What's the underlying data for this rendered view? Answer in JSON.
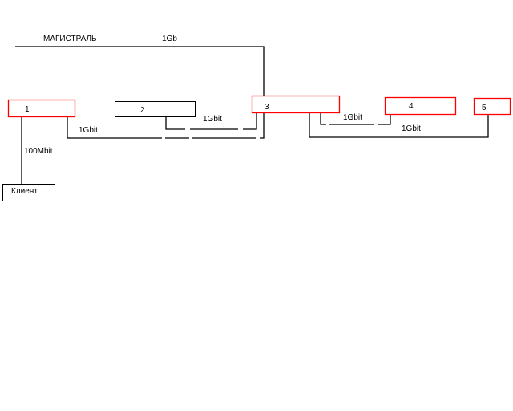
{
  "title": "МАГИСТРАЛЬ",
  "backbone_label": "1Gb",
  "nodes": {
    "n1": "1",
    "n2": "2",
    "n3": "3",
    "n4": "4",
    "n5": "5",
    "client": "Клиент"
  },
  "links": {
    "client_link": "100Mbit",
    "n1_n3": "1Gbit",
    "n2_n3": "1Gbit",
    "n3_n4": "1Gbit",
    "n3_n5": "1Gbit"
  },
  "colors": {
    "switch_border": "#ff0000",
    "line": "#000000"
  }
}
